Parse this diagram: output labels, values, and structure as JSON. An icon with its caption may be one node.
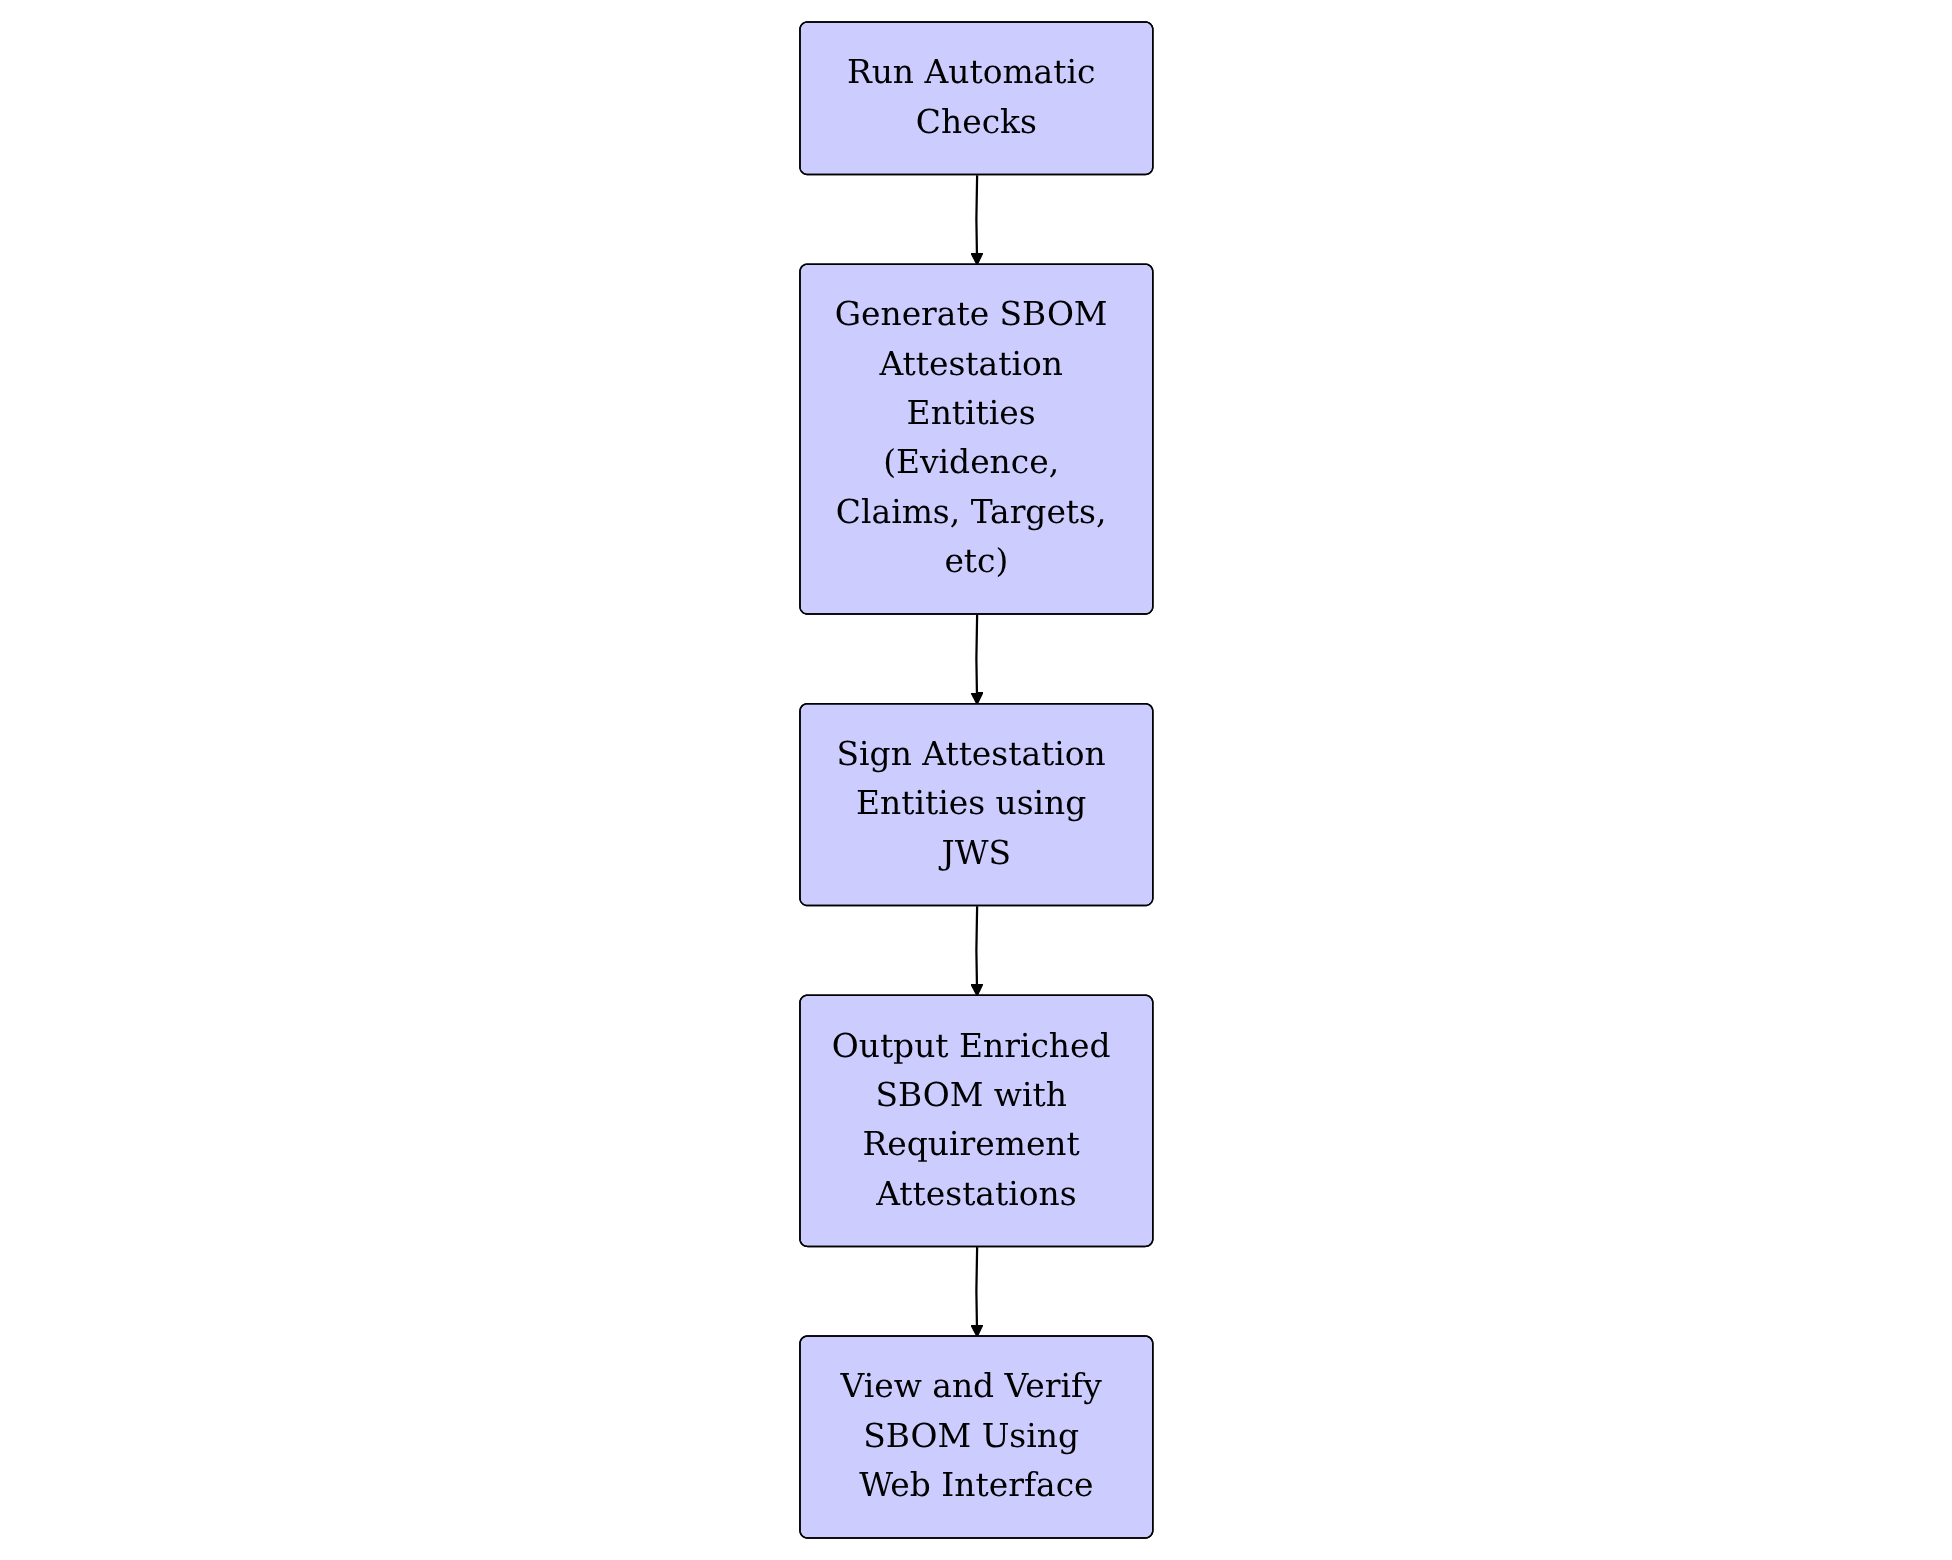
{
  "diagram": {
    "nodes": [
      {
        "text": [
          "Run Automatic Checks"
        ]
      },
      {
        "text": [
          "Generate SBOM Attestation Entities (Evidence, Claims, Targets, etc)"
        ]
      },
      {
        "text": [
          "Sign Attestation Entities using JWS"
        ]
      },
      {
        "text": [
          "Output Enriched SBOM with Requirement Attestations"
        ]
      },
      {
        "text": [
          "View and Verify SBOM Using Web Interface"
        ]
      }
    ],
    "edges": [
      {
        "from": 0,
        "to": 1,
        "arrow": "to"
      },
      {
        "from": 1,
        "to": 2,
        "arrow": "to"
      },
      {
        "from": 2,
        "to": 3,
        "arrow": "to"
      },
      {
        "from": 3,
        "to": 4,
        "arrow": "to"
      }
    ]
  }
}
